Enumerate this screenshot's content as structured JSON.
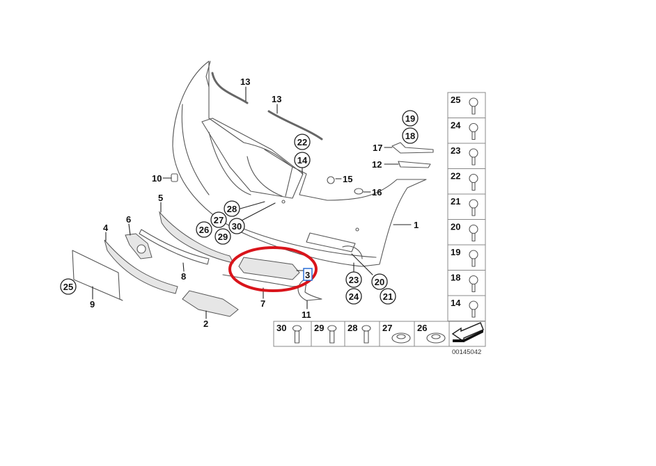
{
  "diagram": {
    "part_labels": [
      "13",
      "13",
      "10",
      "5",
      "6",
      "4",
      "8",
      "9",
      "2",
      "7",
      "11",
      "1",
      "17",
      "12",
      "15",
      "16"
    ],
    "circled_labels": [
      "19",
      "18",
      "22",
      "14",
      "28",
      "27",
      "26",
      "30",
      "29",
      "25",
      "23",
      "24",
      "20",
      "21"
    ],
    "highlighted_label": "3",
    "side_table": [
      "25",
      "24",
      "23",
      "22",
      "21",
      "20",
      "19",
      "18",
      "14"
    ],
    "bottom_table": [
      "30",
      "29",
      "28",
      "27",
      "26"
    ],
    "diagram_code": "00145042",
    "highlight_color": "#d9141b",
    "highlight_box_color": "#2a6fd6"
  }
}
